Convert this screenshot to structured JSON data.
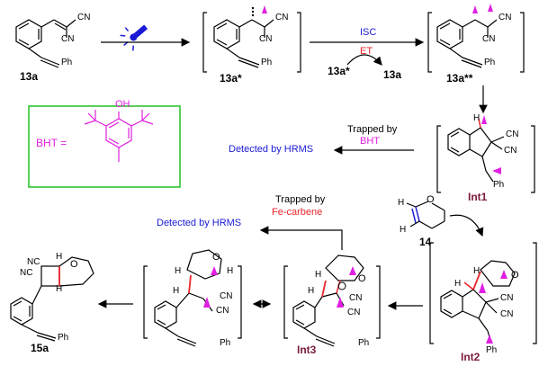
{
  "compounds": {
    "c13a": "13a",
    "c13a_star": "13a*",
    "c13a_starstar": "13a**",
    "int1": "Int1",
    "int2": "Int2",
    "int3": "Int3",
    "c14": "14",
    "c15a": "15a",
    "bht_label": "BHT ="
  },
  "groups": {
    "cn": "CN",
    "nc": "NC",
    "ph": "Ph",
    "o": "O",
    "oh": "OH",
    "h": "H"
  },
  "arrows": {
    "isc": "ISC",
    "et": "ET",
    "et_in": "13a*",
    "et_out": "13a"
  },
  "annotations": {
    "trapped_bht_1": "Trapped by",
    "trapped_bht_2": "BHT",
    "detected_1": "Detected by HRMS",
    "trapped_fe_1": "Trapped by",
    "trapped_fe_2": "Fe-carbene",
    "detected_2": "Detected by HRMS"
  },
  "colors": {
    "bht": "#e020e0",
    "box_border": "#22c022",
    "radical": "#e020e0",
    "bond_red": "#e8262b",
    "blue_text": "#1a1ad6",
    "compound_label": "#7a1a3a"
  },
  "icons": {
    "light": "light-bulb-icon"
  }
}
